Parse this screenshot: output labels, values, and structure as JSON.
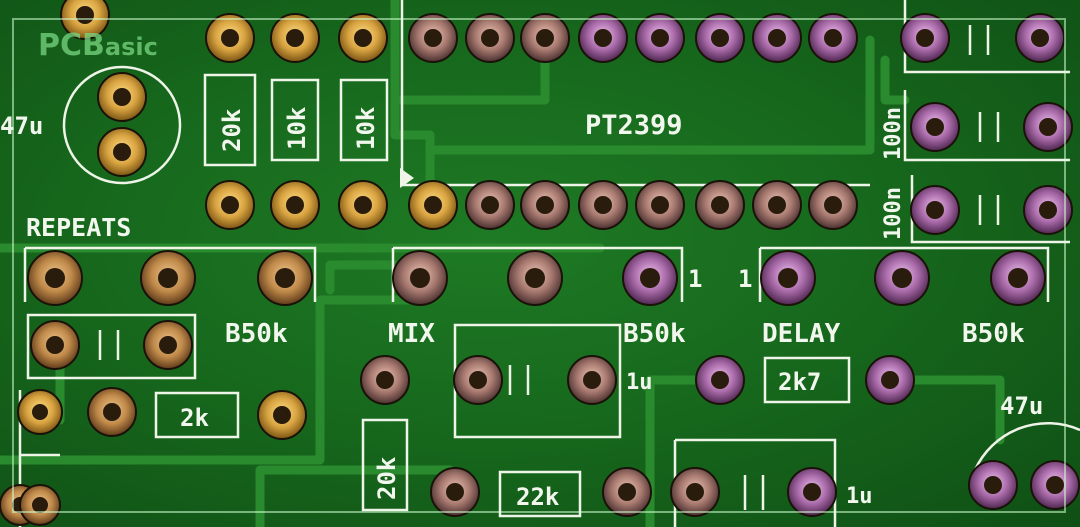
{
  "watermark": {
    "brand": "PCBasic",
    "brand_parts": [
      "PCB",
      "asic"
    ]
  },
  "chip": {
    "label": "PT2399"
  },
  "silkscreen": {
    "res_20k_top": "20k",
    "res_10k_a": "10k",
    "res_10k_b": "10k",
    "res_2k": "2k",
    "res_20k_bottom": "20k",
    "res_22k": "22k",
    "res_2k7": "2k7",
    "cap_47u_left": "47u",
    "cap_47u_right": "47u",
    "cap_1u_mid": "1u",
    "cap_1u_bottom": "1u",
    "cap_100n_top": "100n",
    "cap_100n_bottom": "100n",
    "pot_repeats": "REPEATS",
    "pot_mix": "MIX",
    "pot_delay": "DELAY",
    "pot_b50k_left": "B50k",
    "pot_b50k_mid": "B50k",
    "pot_b50k_right": "B50k",
    "pin1_left": "1",
    "pin1_right": "1"
  },
  "colors": {
    "board": "#17691d",
    "trace": "#2a8a2e",
    "silk": "#eef5e8",
    "pad_gold": "#d9a441",
    "pad_copper": "#c08a4a",
    "pad_purple": "#a86aa8"
  }
}
